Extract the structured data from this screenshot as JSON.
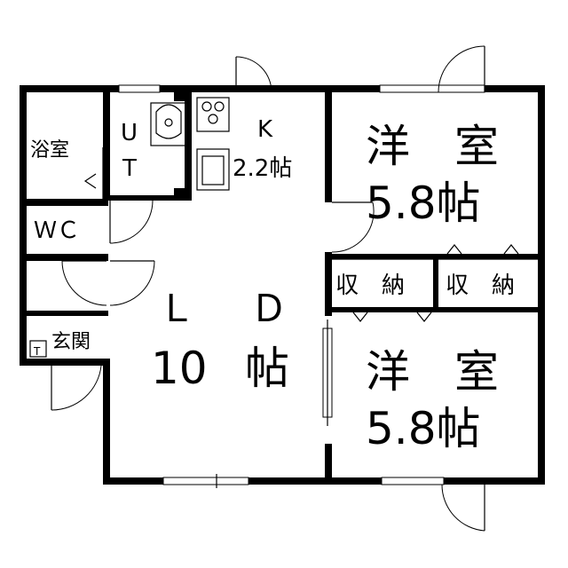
{
  "rooms": {
    "bath": "浴室",
    "utility_u": "U",
    "utility_t": "T",
    "kitchen_k": "K",
    "kitchen_size": "2.2帖",
    "western1_name": "洋　室",
    "western1_size": "5.8帖",
    "western2_name": "洋　室",
    "western2_size": "5.8帖",
    "storage1": "収　納",
    "storage2": "収　納",
    "wc": "ＷＣ",
    "entrance": "玄関",
    "entrance_mark": "T",
    "ld_l": "Ｌ",
    "ld_d": "Ｄ",
    "ld_size_num": "10",
    "ld_size_unit": "帖"
  }
}
